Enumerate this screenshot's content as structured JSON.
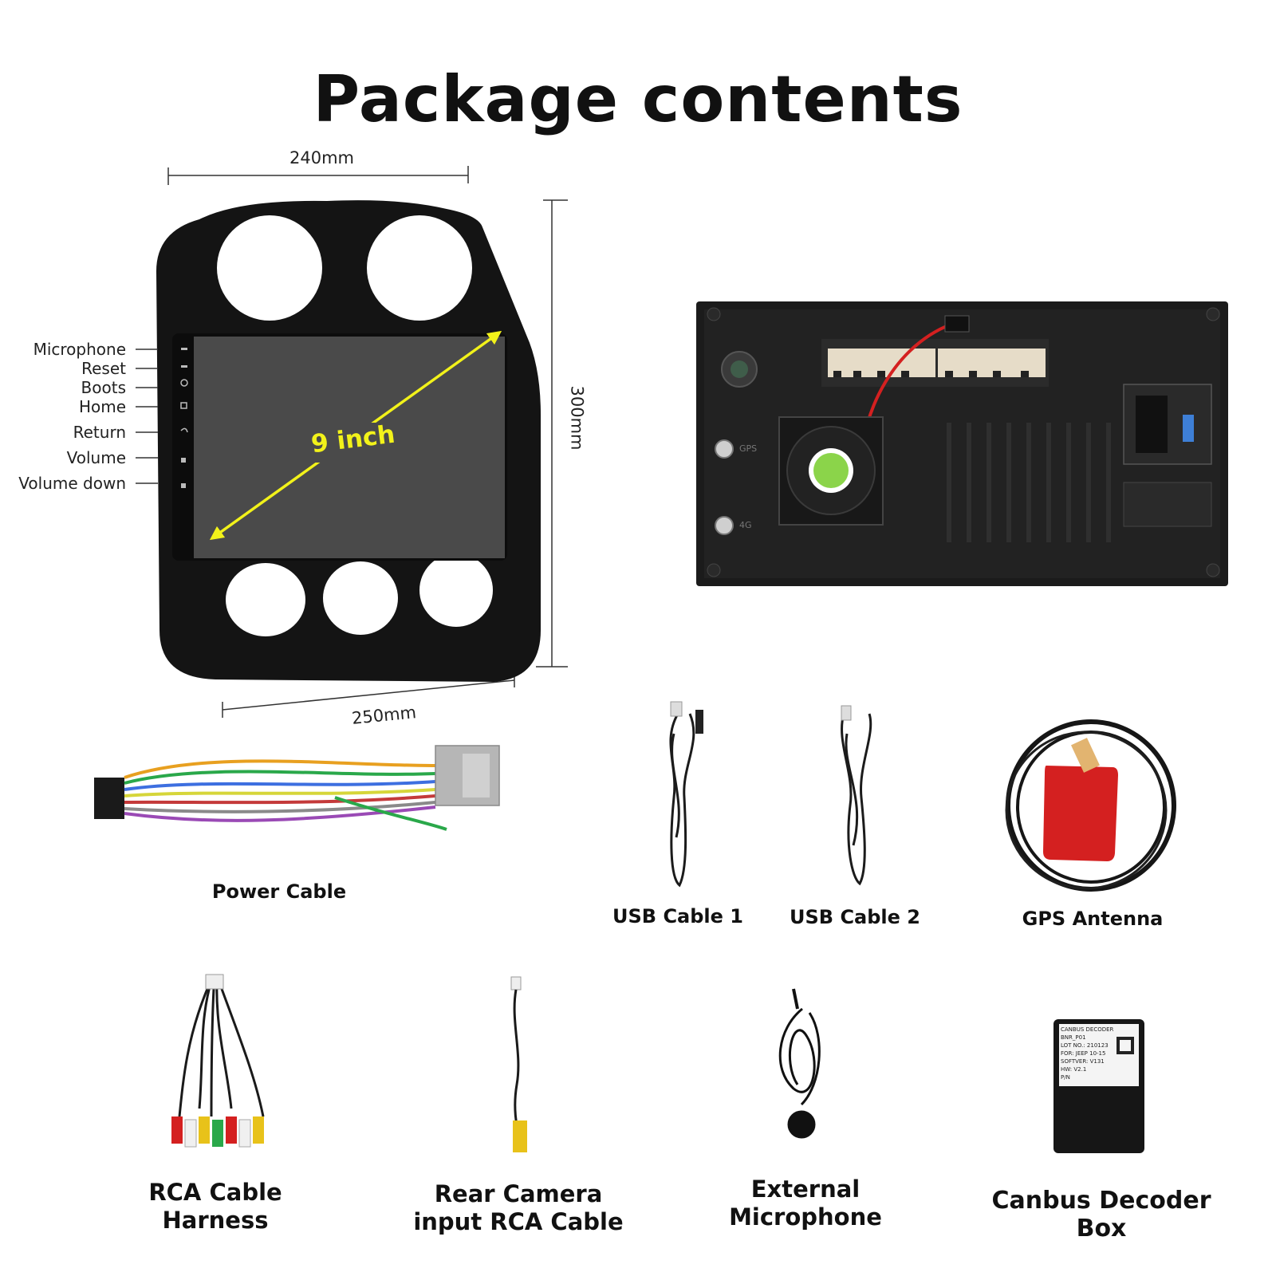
{
  "title": "Package contents",
  "dimensions": {
    "width_top": "240mm",
    "height": "300mm",
    "width_bottom": "250mm"
  },
  "screen_label": "9 inch",
  "side_buttons": [
    "Microphone",
    "Reset",
    "Boots",
    "Home",
    "Return",
    "Volume",
    "Volume down"
  ],
  "rear_ports": [
    "GPS",
    "4G"
  ],
  "items": {
    "power_cable": "Power Cable",
    "usb_cable_1": "USB Cable 1",
    "usb_cable_2": "USB Cable 2",
    "gps_antenna": "GPS Antenna",
    "rca_harness": [
      "RCA Cable",
      "Harness"
    ],
    "rear_camera": [
      "Rear Camera",
      "input RCA Cable"
    ],
    "microphone": [
      "External",
      "Microphone"
    ],
    "canbus": [
      "Canbus Decoder",
      "Box"
    ]
  },
  "canbus_label": {
    "header": "CANBUS DECODER",
    "model": "BNR_P01",
    "lot": "LOT NO.: 210123",
    "for": "FOR: JEEP 10-15",
    "softver": "SOFTVER: V131",
    "hw": "HW: V2.1",
    "pn": "P/N"
  },
  "colors": {
    "accent_arrow": "#f2f21a",
    "unit_black": "#141414",
    "screen_gray": "#4a4a4a",
    "red": "#d42020"
  }
}
